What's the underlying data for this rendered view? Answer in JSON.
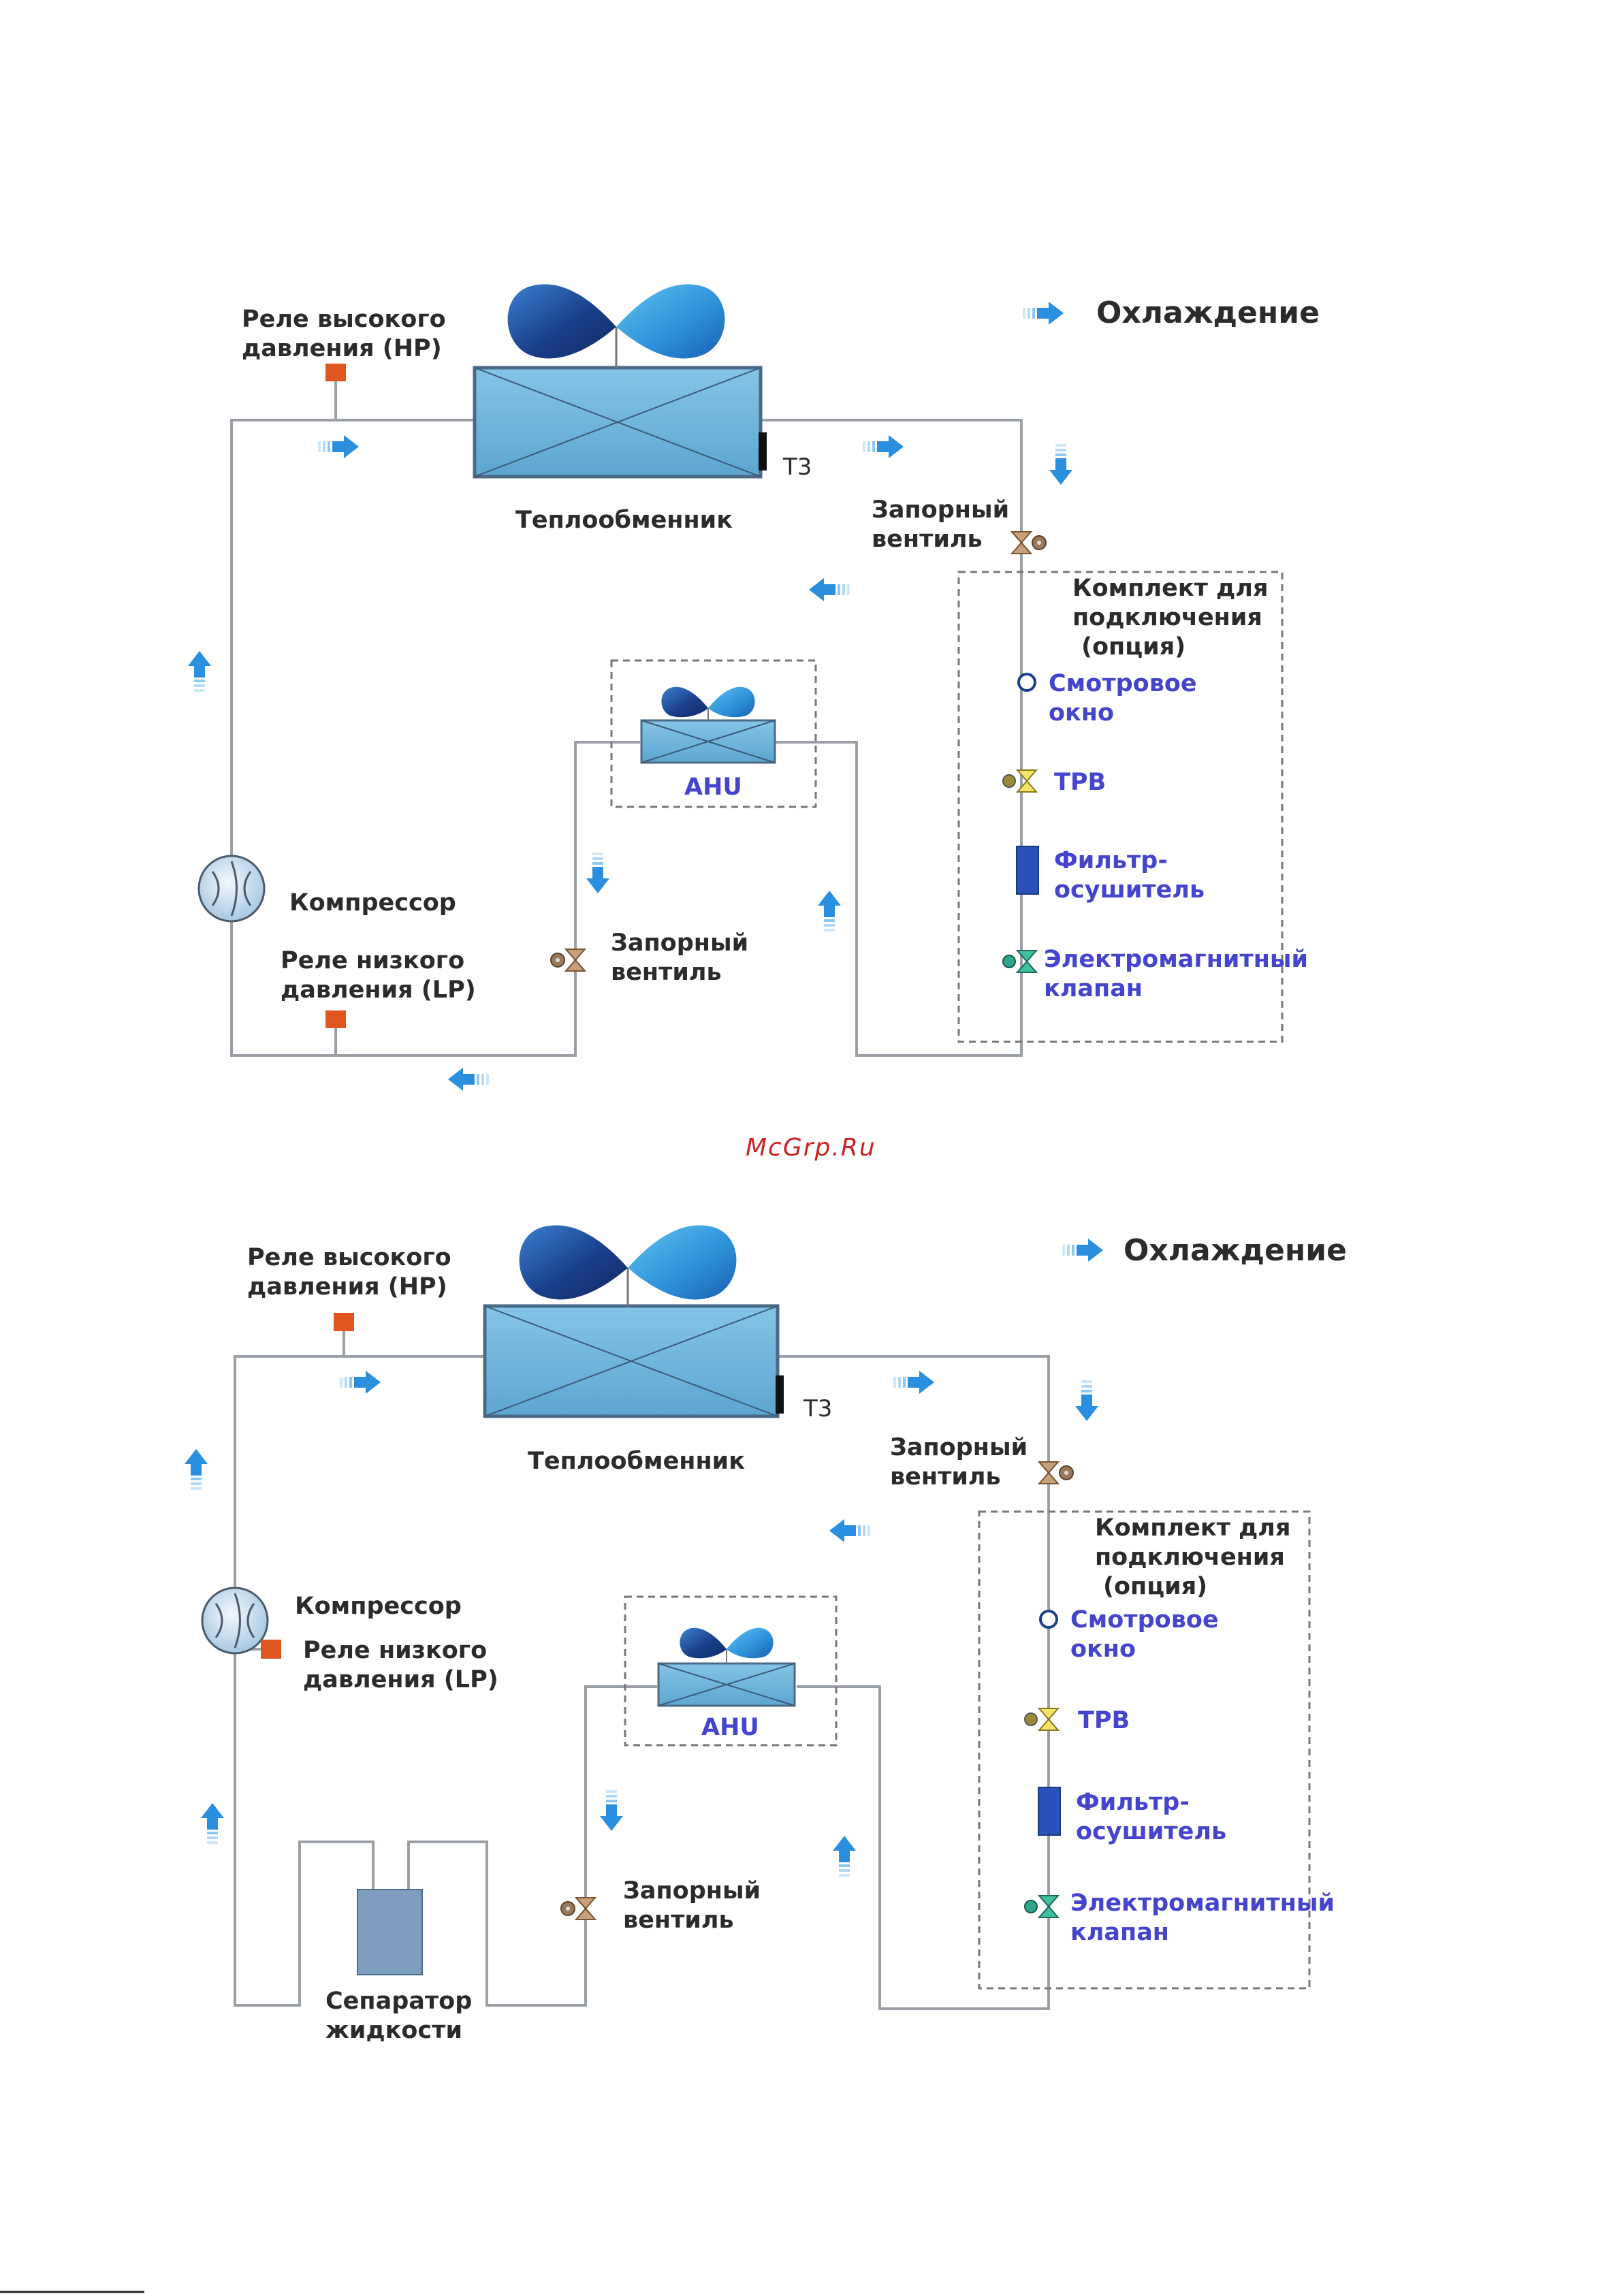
{
  "watermark": "McGrp.Ru",
  "diagrams": [
    {
      "legend": "Охлаждение",
      "labels": {
        "hp_relay": [
          "Реле высокого",
          "давления (HP)"
        ],
        "heat_exchanger": "Теплообменник",
        "t3": "T3",
        "stop_valve_top": [
          "Запорный",
          "вентиль"
        ],
        "kit": [
          "Комплект для",
          "подключения",
          "(опция)"
        ],
        "sight_glass": [
          "Смотровое",
          "окно"
        ],
        "trv": "ТРВ",
        "filter": [
          "Фильтр-",
          "осушитель"
        ],
        "solenoid": [
          "Электромагнитный",
          "клапан"
        ],
        "ahu": "AHU",
        "compressor": "Компрессор",
        "lp_relay": [
          "Реле низкого",
          "давления (LP)"
        ],
        "stop_valve_bottom": [
          "Запорный",
          "вентиль"
        ]
      }
    },
    {
      "legend": "Охлаждение",
      "labels": {
        "hp_relay": [
          "Реле высокого",
          "давления (HP)"
        ],
        "heat_exchanger": "Теплообменник",
        "t3": "T3",
        "stop_valve_top": [
          "Запорный",
          "вентиль"
        ],
        "kit": [
          "Комплект для",
          "подключения",
          "(опция)"
        ],
        "sight_glass": [
          "Смотровое",
          "окно"
        ],
        "trv": "ТРВ",
        "filter": [
          "Фильтр-",
          "осушитель"
        ],
        "solenoid": [
          "Электромагнитный",
          "клапан"
        ],
        "ahu": "AHU",
        "compressor": "Компрессор",
        "lp_relay": [
          "Реле низкого",
          "давления (LP)"
        ],
        "stop_valve_bottom": [
          "Запорный",
          "вентиль"
        ],
        "separator": [
          "Сепаратор",
          "жидкости"
        ]
      }
    }
  ],
  "colors": {
    "pipe": "#9aa0a6",
    "heat_exchanger_fill": "#6fb3d8",
    "fan_dark": "#1a3f8a",
    "fan_light": "#2b8fd8",
    "relay": "#e0561f",
    "arrow": "#3fa3e8",
    "filter": "#2a52b8",
    "valve_brown": "#b98a5e",
    "valve_yellow": "#f0e060",
    "valve_green": "#2fa58e",
    "separator": "#7e9ec0"
  }
}
